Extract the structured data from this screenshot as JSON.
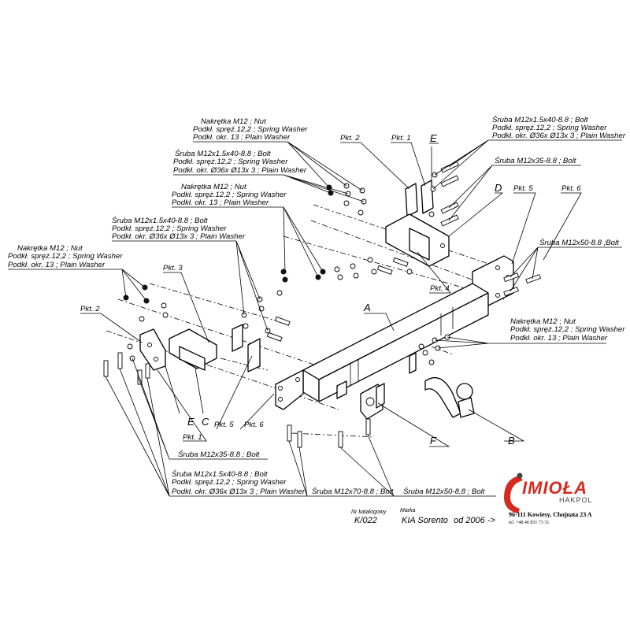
{
  "labels": {
    "nut_top": [
      "Nakrętka  M12 ; Nut",
      "Podkł. spręż.12,2 ; Spring Washer",
      "Podkł. okr. 13 ; Plain Washer"
    ],
    "bolt_top_left": [
      "Śruba M12x1.5x40-8.8 ;  Bolt",
      "Podkł. spręż.12,2 ; Spring Washer",
      "Podkł. okr.  Ø36x Ø13x 3 ; Plain Washer"
    ],
    "nut_mid": [
      "Nakrętka  M12 ; Nut",
      "Podkł. spręż.12,2 ; Spring Washer",
      "Podkł. okr. 13 ; Plain Washer"
    ],
    "bolt_mid_left": [
      "Śruba M12x1.5x40-8.8 ;  Bolt",
      "Podkł. spręż.12,2 ; Spring Washer",
      "Podkł. okr.  Ø36x Ø13x 3 ; Plain Washer"
    ],
    "nut_left": [
      "Nakrętka  M12 ; Nut",
      "Podkł. spręż.12,2 ; Spring Washer",
      "Podkł. okr. 13 ; Plain Washer"
    ],
    "bolt_top_right": [
      "Śruba M12x1.5x40-8.8 ;  Bolt",
      "Podkł. spręż.12,2 ; Spring Washer",
      "Podkł. okr.  Ø36x Ø13x 3 ; Plain Washer"
    ],
    "bolt_m12x35_right": "Śruba M12x35-8.8 ;  Bolt",
    "bolt_m12x50_right": "Śruba M12x50-8.8 ;Bolt",
    "nut_right": [
      "Nakrętka  M12 ; Nut",
      "Podkł. spręż.12,2 ; Spring Washer",
      "Podkł. okr. 13 ; Plain Washer"
    ],
    "bolt_m12x35_bottom": "Śruba M12x35-8.8 ;  Bolt",
    "bolt_bottom_left": [
      "Śruba M12x1.5x40-8.8 ;  Bolt",
      "Podkł. spręż.12,2 ; Spring Washer",
      "Podkł. okr.  Ø36x Ø13x 3 ; Plain Washer"
    ],
    "bolt_m12x70": "Śruba M12x70-8.8 ;  Bolt",
    "bolt_m12x50_bottom": "Śruba M12x50-8.8 ;  Bolt"
  },
  "points": {
    "pkt1_top": "Pkt. 1",
    "pkt2_top": "Pkt. 2",
    "pkt5_top": "Pkt. 5",
    "pkt6_top": "Pkt. 6",
    "pkt4": "Pkt. 4",
    "pkt3": "Pkt. 3",
    "pkt2_left": "Pkt. 2",
    "pkt1_bottom": "Pkt. 1",
    "pkt5_bottom": "Pkt. 5",
    "pkt6_bottom": "Pkt. 6"
  },
  "letters": {
    "E_top": "E",
    "D": "D",
    "A": "A",
    "B": "B",
    "F": "F",
    "E_bottom": "E",
    "C": "C"
  },
  "catalog": {
    "nr_label": "Nr katalogowy",
    "nr_value": "K/022",
    "brand_label": "Marka",
    "brand_value": "KIA Sorento",
    "year_value": "od  2006 ->"
  },
  "company": {
    "name": "IMIOŁA",
    "sub": "HAKPOL",
    "address": "96-111 Kowiesy, Chojnata 23 A",
    "phone": "tel. +48 46 831 73 31"
  },
  "colors": {
    "brand_red": "#d42b1e",
    "ink": "#000000"
  }
}
